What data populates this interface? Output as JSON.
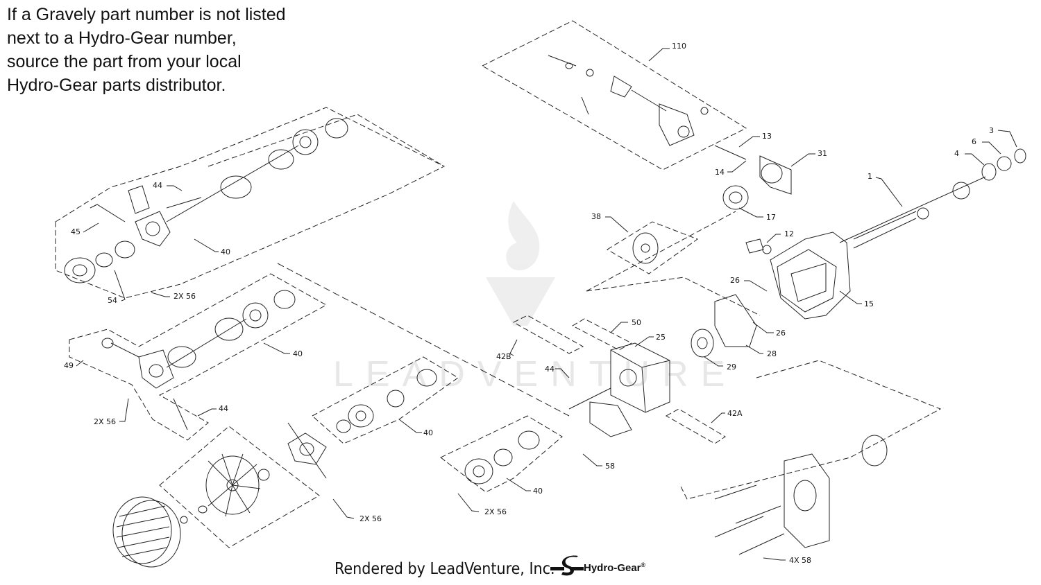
{
  "notice": {
    "line1": "If a Gravely part number is not listed",
    "line2": "next to a Hydro-Gear number,",
    "line3": "source the part from your local",
    "line4": "Hydro-Gear parts distributor."
  },
  "watermark": "LEADVENTURE",
  "footer": {
    "rendered_by": "Rendered by LeadVenture, Inc.",
    "brand": "Hydro-Gear",
    "registered": "®"
  },
  "callouts": {
    "c110": "110",
    "c13": "13",
    "c14": "14",
    "c31": "31",
    "c3": "3",
    "c6": "6",
    "c4": "4",
    "c1": "1",
    "c17": "17",
    "c38": "38",
    "c12": "12",
    "c26a": "26",
    "c15": "15",
    "c26b": "26",
    "c28": "28",
    "c29": "29",
    "c25": "25",
    "c50": "50",
    "c42b": "42B",
    "c44c": "44",
    "c42a": "42A",
    "c58": "58",
    "c4x58": "4X 58",
    "c44a": "44",
    "c45": "45",
    "c40a": "40",
    "c54": "54",
    "c2x56a": "2X 56",
    "c40b": "40",
    "c49": "49",
    "c2x56b": "2X 56",
    "c44b": "44",
    "c40c": "40",
    "c40d": "40",
    "c2x56c": "2X 56",
    "c2x56d": "2X 56"
  }
}
